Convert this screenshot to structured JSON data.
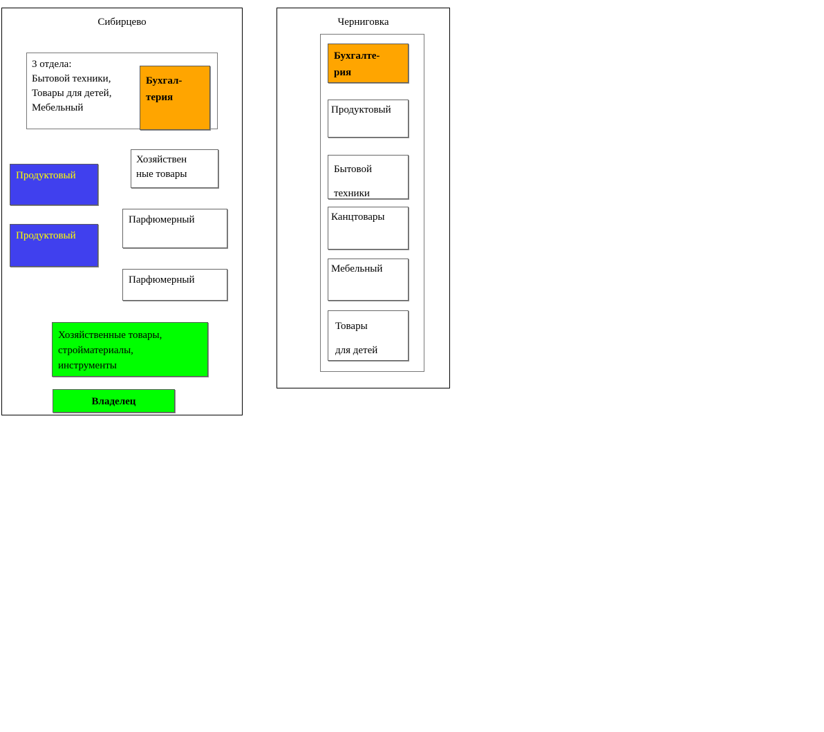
{
  "diagram": {
    "title_left": "Сибирцево",
    "title_right": "Черниговка",
    "colors": {
      "orange": "#FFA500",
      "blue": "#4040EE",
      "blue_text": "#FFFF00",
      "green": "#00FF00",
      "white": "#FFFFFF",
      "border": "#555555",
      "panel_border": "#000000"
    }
  },
  "left_panel": {
    "title": "Сибирцево",
    "departments_group": {
      "label": "3 отдела:\nБытовой техники,\nТовары для детей,\nМебельный"
    },
    "accounting": {
      "label": "Бухгал-\nтерия"
    },
    "boxes": [
      {
        "label": "Продуктовый",
        "color": "blue"
      },
      {
        "label": "Продуктовый",
        "color": "blue"
      },
      {
        "label": "Хозяйствен\nные товары",
        "color": "white"
      },
      {
        "label": "Парфюмерный",
        "color": "white"
      },
      {
        "label": "Парфюмерный",
        "color": "white"
      },
      {
        "label": "Хозяйственные  товары,\nстройматериалы,\nинструменты",
        "color": "green"
      },
      {
        "label": "Владелец",
        "color": "green"
      }
    ]
  },
  "right_panel": {
    "title": "Черниговка",
    "boxes": [
      {
        "label": "Бухгалте-\nрия",
        "color": "orange"
      },
      {
        "label": "Продуктовый",
        "color": "white"
      },
      {
        "label": "Бытовой\nтехники",
        "color": "white"
      },
      {
        "label": "Канцтовары",
        "color": "white"
      },
      {
        "label": "Мебельный",
        "color": "white"
      },
      {
        "label": "Товары\nдля детей",
        "color": "white"
      }
    ]
  }
}
